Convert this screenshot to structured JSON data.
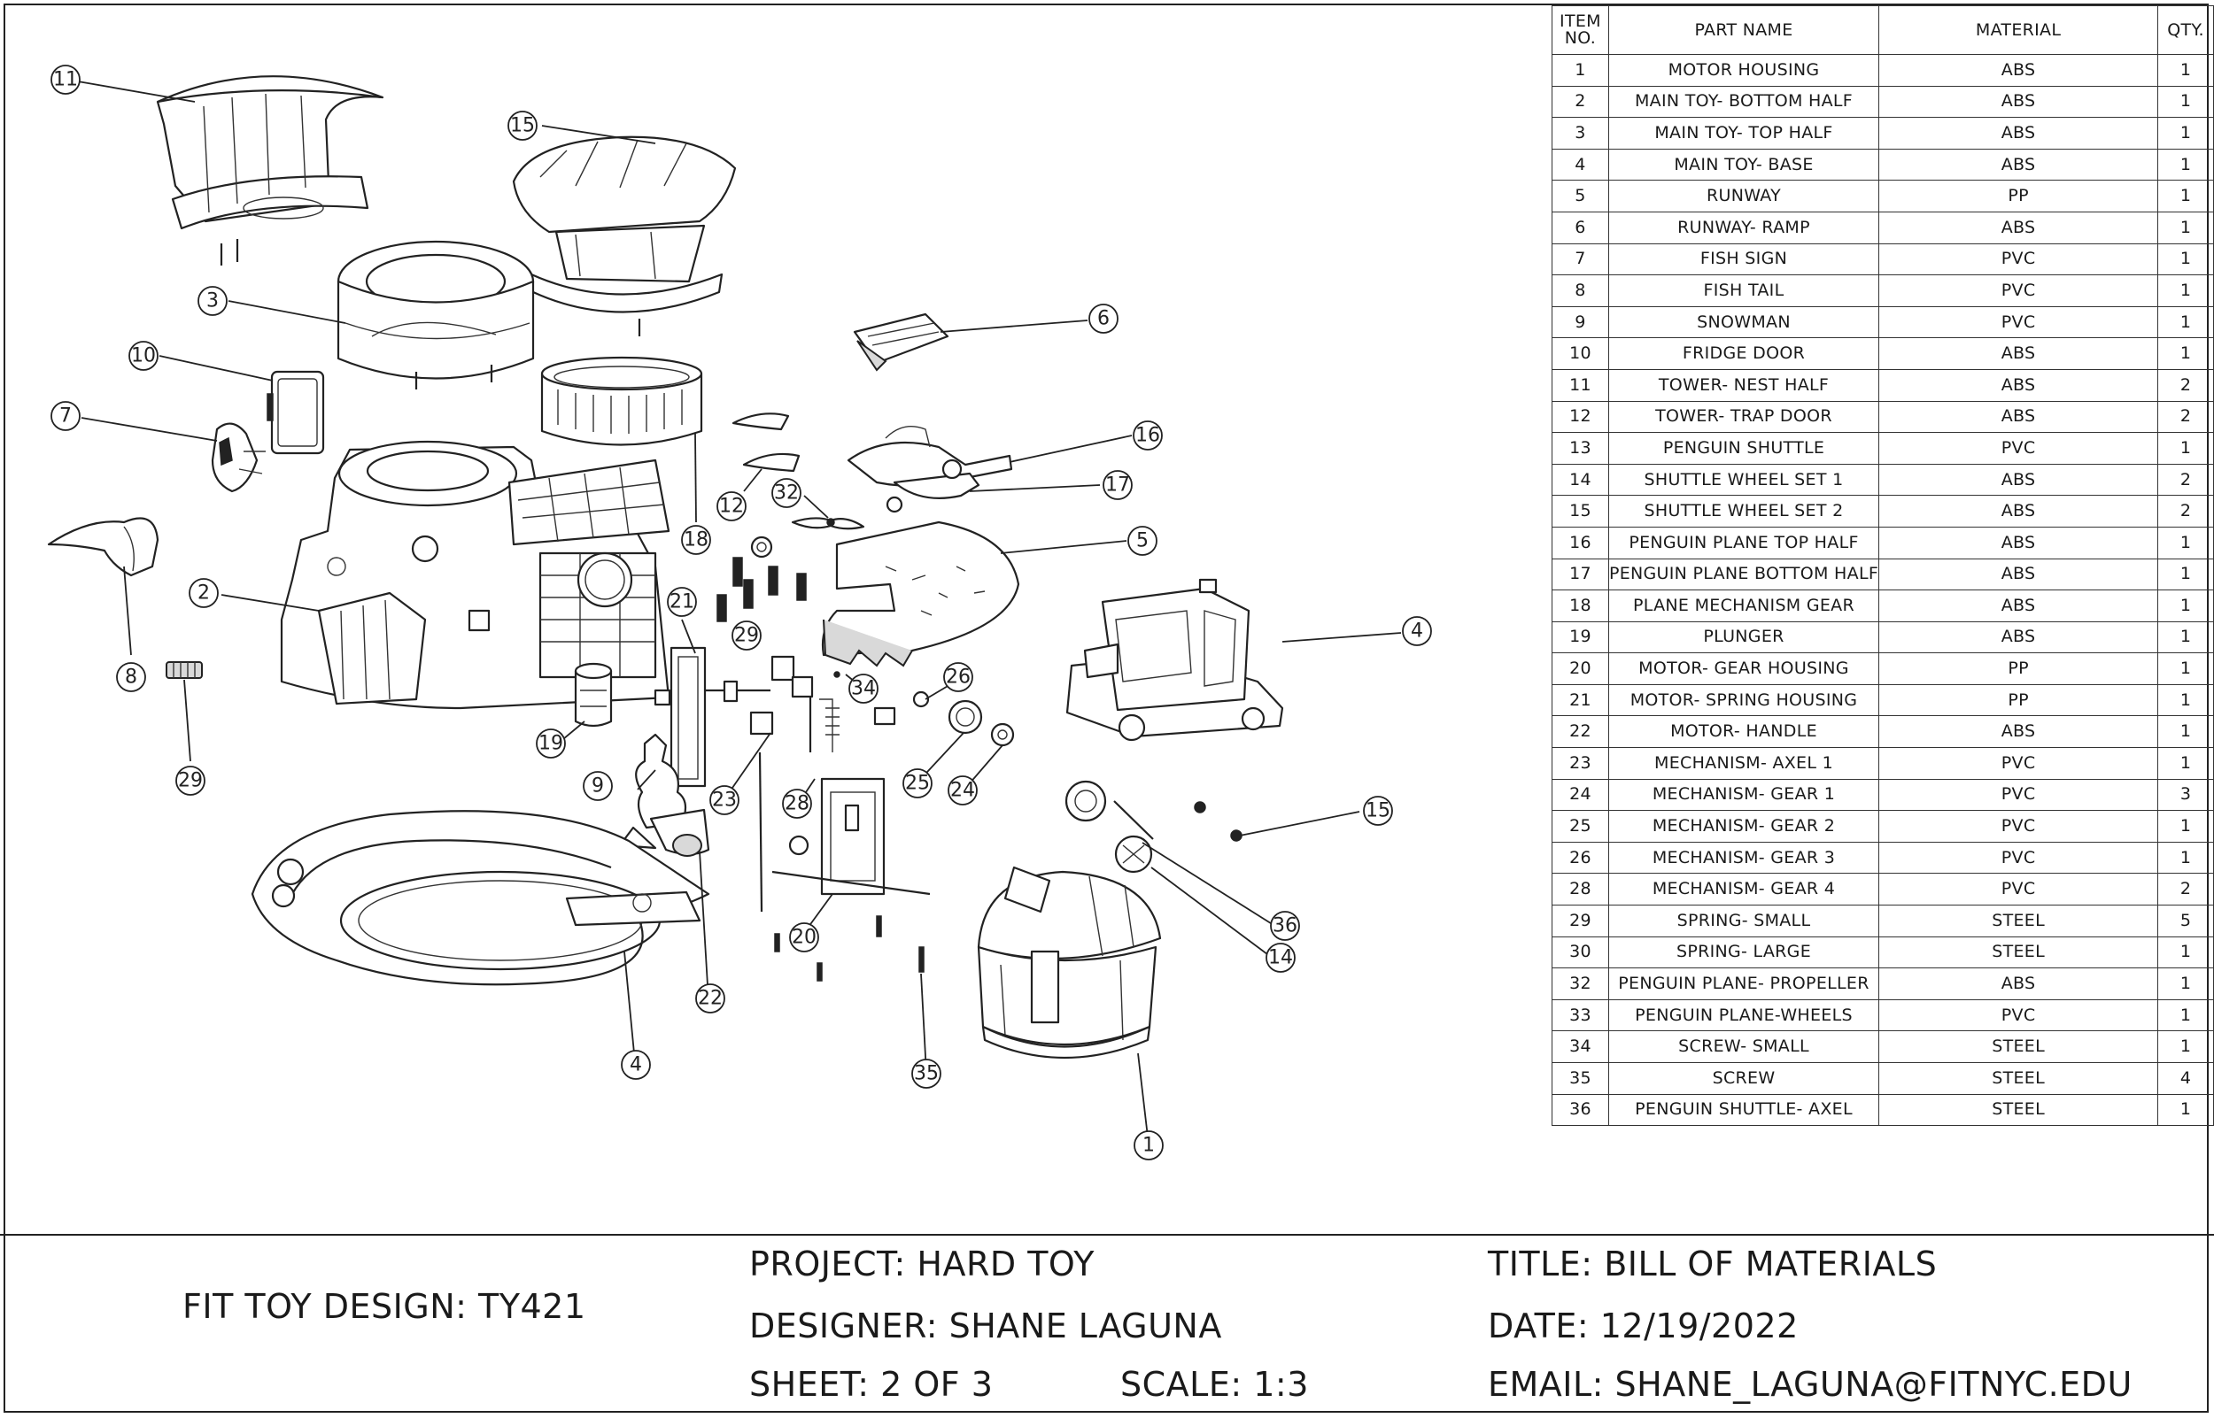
{
  "bom": {
    "headers": {
      "item_no": "ITEM NO.",
      "part_name": "PART NAME",
      "material": "MATERIAL",
      "qty": "QTY."
    },
    "rows": [
      {
        "item": "1",
        "name": "MOTOR HOUSING",
        "material": "ABS",
        "qty": "1"
      },
      {
        "item": "2",
        "name": "MAIN TOY- BOTTOM HALF",
        "material": "ABS",
        "qty": "1"
      },
      {
        "item": "3",
        "name": "MAIN TOY- TOP HALF",
        "material": "ABS",
        "qty": "1"
      },
      {
        "item": "4",
        "name": "MAIN TOY- BASE",
        "material": "ABS",
        "qty": "1"
      },
      {
        "item": "5",
        "name": "RUNWAY",
        "material": "PP",
        "qty": "1"
      },
      {
        "item": "6",
        "name": "RUNWAY- RAMP",
        "material": "ABS",
        "qty": "1"
      },
      {
        "item": "7",
        "name": "FISH SIGN",
        "material": "PVC",
        "qty": "1"
      },
      {
        "item": "8",
        "name": "FISH TAIL",
        "material": "PVC",
        "qty": "1"
      },
      {
        "item": "9",
        "name": "SNOWMAN",
        "material": "PVC",
        "qty": "1"
      },
      {
        "item": "10",
        "name": "FRIDGE DOOR",
        "material": "ABS",
        "qty": "1"
      },
      {
        "item": "11",
        "name": "TOWER- NEST HALF",
        "material": "ABS",
        "qty": "2"
      },
      {
        "item": "12",
        "name": "TOWER- TRAP DOOR",
        "material": "ABS",
        "qty": "2"
      },
      {
        "item": "13",
        "name": "PENGUIN SHUTTLE",
        "material": "PVC",
        "qty": "1"
      },
      {
        "item": "14",
        "name": "SHUTTLE WHEEL SET 1",
        "material": "ABS",
        "qty": "2"
      },
      {
        "item": "15",
        "name": "SHUTTLE WHEEL SET 2",
        "material": "ABS",
        "qty": "2"
      },
      {
        "item": "16",
        "name": "PENGUIN PLANE TOP HALF",
        "material": "ABS",
        "qty": "1"
      },
      {
        "item": "17",
        "name": "PENGUIN PLANE BOTTOM HALF",
        "material": "ABS",
        "qty": "1"
      },
      {
        "item": "18",
        "name": "PLANE MECHANISM GEAR",
        "material": "ABS",
        "qty": "1"
      },
      {
        "item": "19",
        "name": "PLUNGER",
        "material": "ABS",
        "qty": "1"
      },
      {
        "item": "20",
        "name": "MOTOR- GEAR HOUSING",
        "material": "PP",
        "qty": "1"
      },
      {
        "item": "21",
        "name": "MOTOR- SPRING HOUSING",
        "material": "PP",
        "qty": "1"
      },
      {
        "item": "22",
        "name": "MOTOR- HANDLE",
        "material": "ABS",
        "qty": "1"
      },
      {
        "item": "23",
        "name": "MECHANISM- AXEL 1",
        "material": "PVC",
        "qty": "1"
      },
      {
        "item": "24",
        "name": "MECHANISM- GEAR 1",
        "material": "PVC",
        "qty": "3"
      },
      {
        "item": "25",
        "name": "MECHANISM- GEAR 2",
        "material": "PVC",
        "qty": "1"
      },
      {
        "item": "26",
        "name": "MECHANISM- GEAR 3",
        "material": "PVC",
        "qty": "1"
      },
      {
        "item": "28",
        "name": "MECHANISM- GEAR 4",
        "material": "PVC",
        "qty": "2"
      },
      {
        "item": "29",
        "name": "SPRING- SMALL",
        "material": "STEEL",
        "qty": "5"
      },
      {
        "item": "30",
        "name": "SPRING- LARGE",
        "material": "STEEL",
        "qty": "1"
      },
      {
        "item": "32",
        "name": "PENGUIN PLANE- PROPELLER",
        "material": "ABS",
        "qty": "1"
      },
      {
        "item": "33",
        "name": "PENGUIN PLANE-WHEELS",
        "material": "PVC",
        "qty": "1"
      },
      {
        "item": "34",
        "name": "SCREW- SMALL",
        "material": "STEEL",
        "qty": "1"
      },
      {
        "item": "35",
        "name": "SCREW",
        "material": "STEEL",
        "qty": "4"
      },
      {
        "item": "36",
        "name": "PENGUIN SHUTTLE- AXEL",
        "material": "STEEL",
        "qty": "1"
      }
    ]
  },
  "balloons": [
    "11",
    "15",
    "3",
    "6",
    "10",
    "7",
    "16",
    "17",
    "32",
    "12",
    "18",
    "5",
    "2",
    "8",
    "21",
    "29",
    "4",
    "26",
    "34",
    "19",
    "25",
    "24",
    "9",
    "23",
    "28",
    "29",
    "15",
    "36",
    "14",
    "20",
    "22",
    "4",
    "35",
    "1"
  ],
  "title_block": {
    "company": "FIT TOY DESIGN: TY421",
    "project": "PROJECT: HARD TOY",
    "designer": "DESIGNER: SHANE LAGUNA",
    "sheet": "SHEET: 2 OF 3",
    "scale": "SCALE: 1:3",
    "title": "TITLE: BILL OF MATERIALS",
    "date": "DATE: 12/19/2022",
    "email": "EMAIL: SHANE_LAGUNA@FITNYC.EDU"
  }
}
